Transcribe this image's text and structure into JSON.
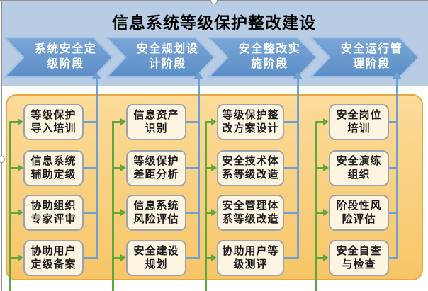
{
  "title": "信息系统等级保护整改建设",
  "phases": [
    {
      "label": "系统安全定\n级阶段"
    },
    {
      "label": "安全规划设\n计阶段"
    },
    {
      "label": "安全整改实\n施阶段"
    },
    {
      "label": "安全运行管\n理阶段"
    }
  ],
  "columns": [
    {
      "boxes": [
        "等级保护\n导入培训",
        "信息系统\n辅助定级",
        "协助组织\n专家评审",
        "协助用户\n定级备案"
      ]
    },
    {
      "boxes": [
        "信息资产\n识别",
        "等级保护\n差距分析",
        "信息系统\n风险评估",
        "安全建设\n规划"
      ]
    },
    {
      "boxes": [
        "等级保护整\n改方案设计",
        "安全技术体\n系等级改造",
        "安全管理体\n系等级改造",
        "协助用户等\n级测评"
      ]
    },
    {
      "boxes": [
        "安全岗位\n培训",
        "安全演练\n组织",
        "阶段性风\n险评估",
        "安全自查\n与检查"
      ]
    }
  ],
  "colors": {
    "header_bg": "#b8cce4",
    "chevron_fill_top": "#7ba6d7",
    "chevron_fill_bottom": "#5b8ec6",
    "chevron_border": "#a6c3e7",
    "container_top": "#fcdc9a",
    "container_bottom": "#f7c566",
    "container_border": "#e9a83f",
    "box_bg": "#fdf4e2",
    "box_border": "#9aa4b1",
    "green_connector": "#60a73f",
    "blue_connector": "#6ba1d6",
    "title_color": "#000000",
    "phase_text": "#ffffff"
  }
}
